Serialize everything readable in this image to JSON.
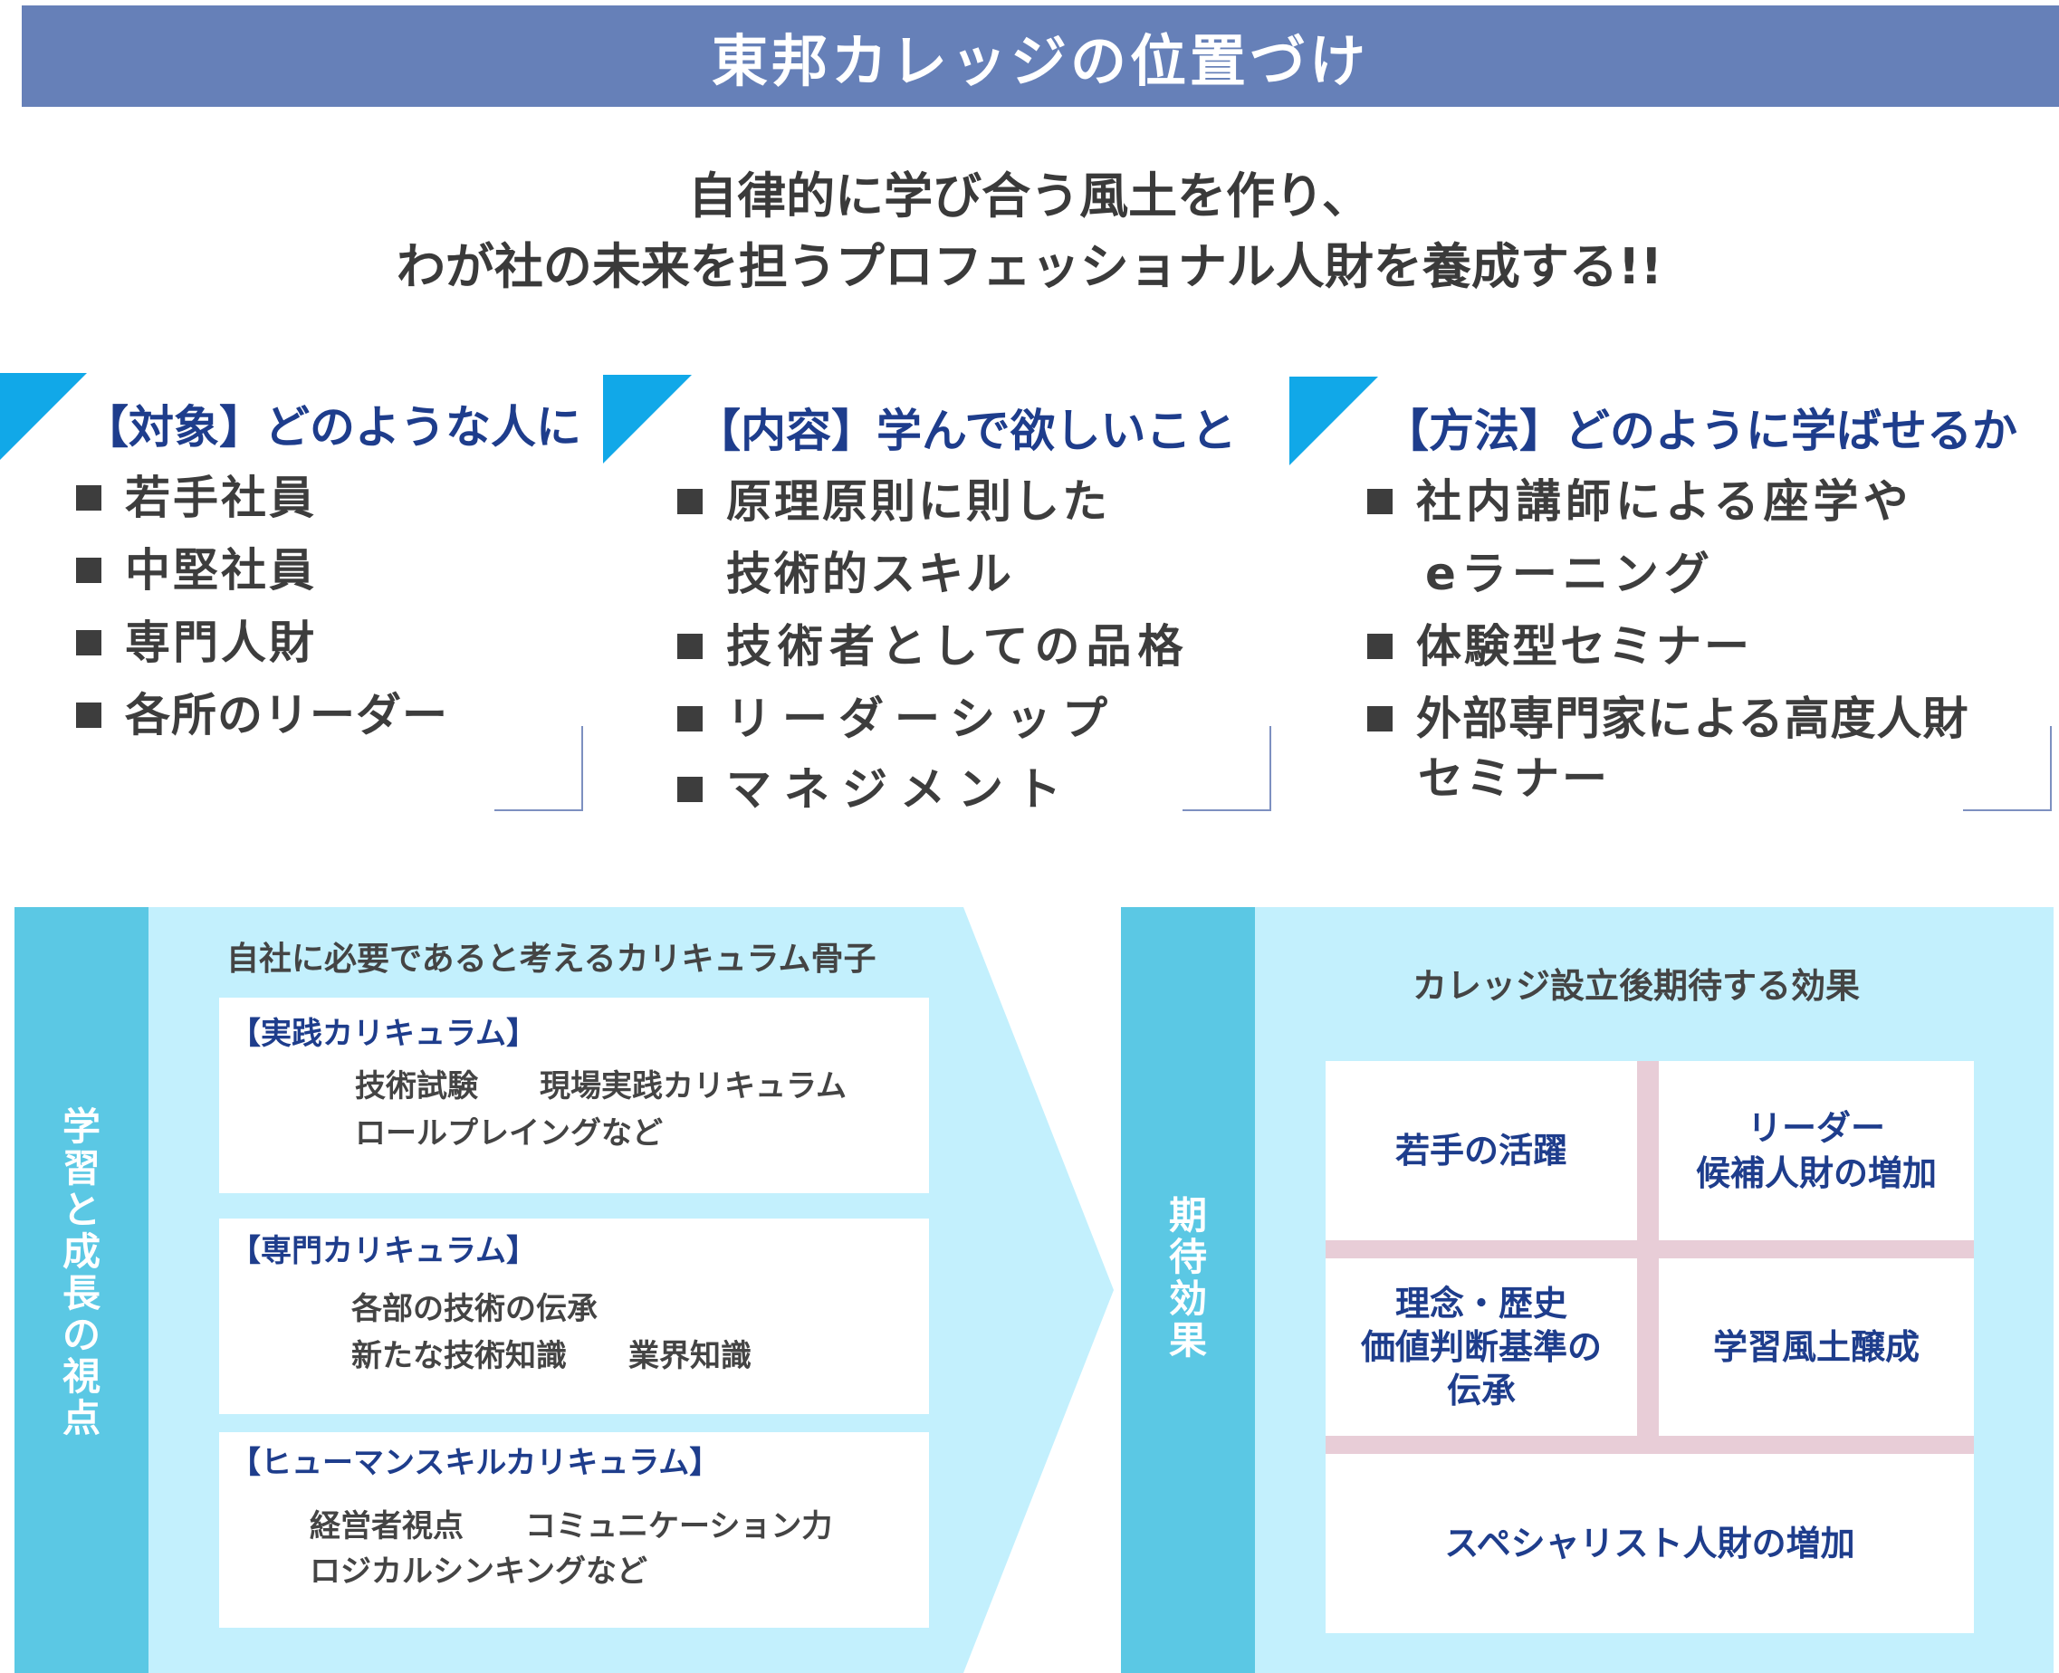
{
  "title": "東邦カレッジの位置づけ",
  "subtitle": {
    "line1": "自律的に学び合う風土を作り、",
    "line2": "わが社の未来を担うプロフェッショナル人財を養成する!!"
  },
  "columns": [
    {
      "heading": "【対象】どのような人に",
      "items": [
        {
          "label": "若手社員"
        },
        {
          "label": "中堅社員"
        },
        {
          "label": "専門人財"
        },
        {
          "label": "各所のリーダー"
        }
      ]
    },
    {
      "heading": "【内容】学んで欲しいこと",
      "items": [
        {
          "label": "原理原則に則した",
          "cont": "技術的スキル"
        },
        {
          "label": "技術者としての品格"
        },
        {
          "label": "リーダーシップ"
        },
        {
          "label": "マネジメント"
        }
      ]
    },
    {
      "heading": "【方法】どのように学ばせるか",
      "items": [
        {
          "label": "社内講師による座学や",
          "cont": "eラーニング"
        },
        {
          "label": "体験型セミナー"
        },
        {
          "label": "外部専門家による高度人財",
          "cont": "セミナー"
        }
      ]
    }
  ],
  "learning": {
    "strip_label": "学習と成長の視点",
    "title": "自社に必要であると考えるカリキュラム骨子",
    "curricula": [
      {
        "heading": "【実践カリキュラム】",
        "lines": [
          "技術試験　　現場実践カリキュラム",
          "ロールプレイングなど"
        ]
      },
      {
        "heading": "【専門カリキュラム】",
        "lines": [
          "各部の技術の伝承",
          "新たな技術知識　　業界知識"
        ]
      },
      {
        "heading": "【ヒューマンスキルカリキュラム】",
        "lines": [
          "経営者視点　　コミュニケーション力",
          "ロジカルシンキングなど"
        ]
      }
    ]
  },
  "effects": {
    "strip_label": "期待効果",
    "title": "カレッジ設立後期待する効果",
    "cells": [
      {
        "lines": [
          "若手の活躍"
        ]
      },
      {
        "lines": [
          "リーダー",
          "候補人財の増加"
        ]
      },
      {
        "lines": [
          "理念・歴史",
          "価値判断基準の",
          "伝承"
        ]
      },
      {
        "lines": [
          "学習風土醸成"
        ]
      },
      {
        "lines": [
          "スペシャリスト人財の増加"
        ]
      }
    ]
  },
  "colors": {
    "title_bar": "#6680b8",
    "accent_triangle": "#11a8e8",
    "heading_text": "#1e3d8c",
    "strip": "#5bc8e4",
    "panel": "#c3f0fd",
    "grid_line": "#e8cdd7"
  }
}
